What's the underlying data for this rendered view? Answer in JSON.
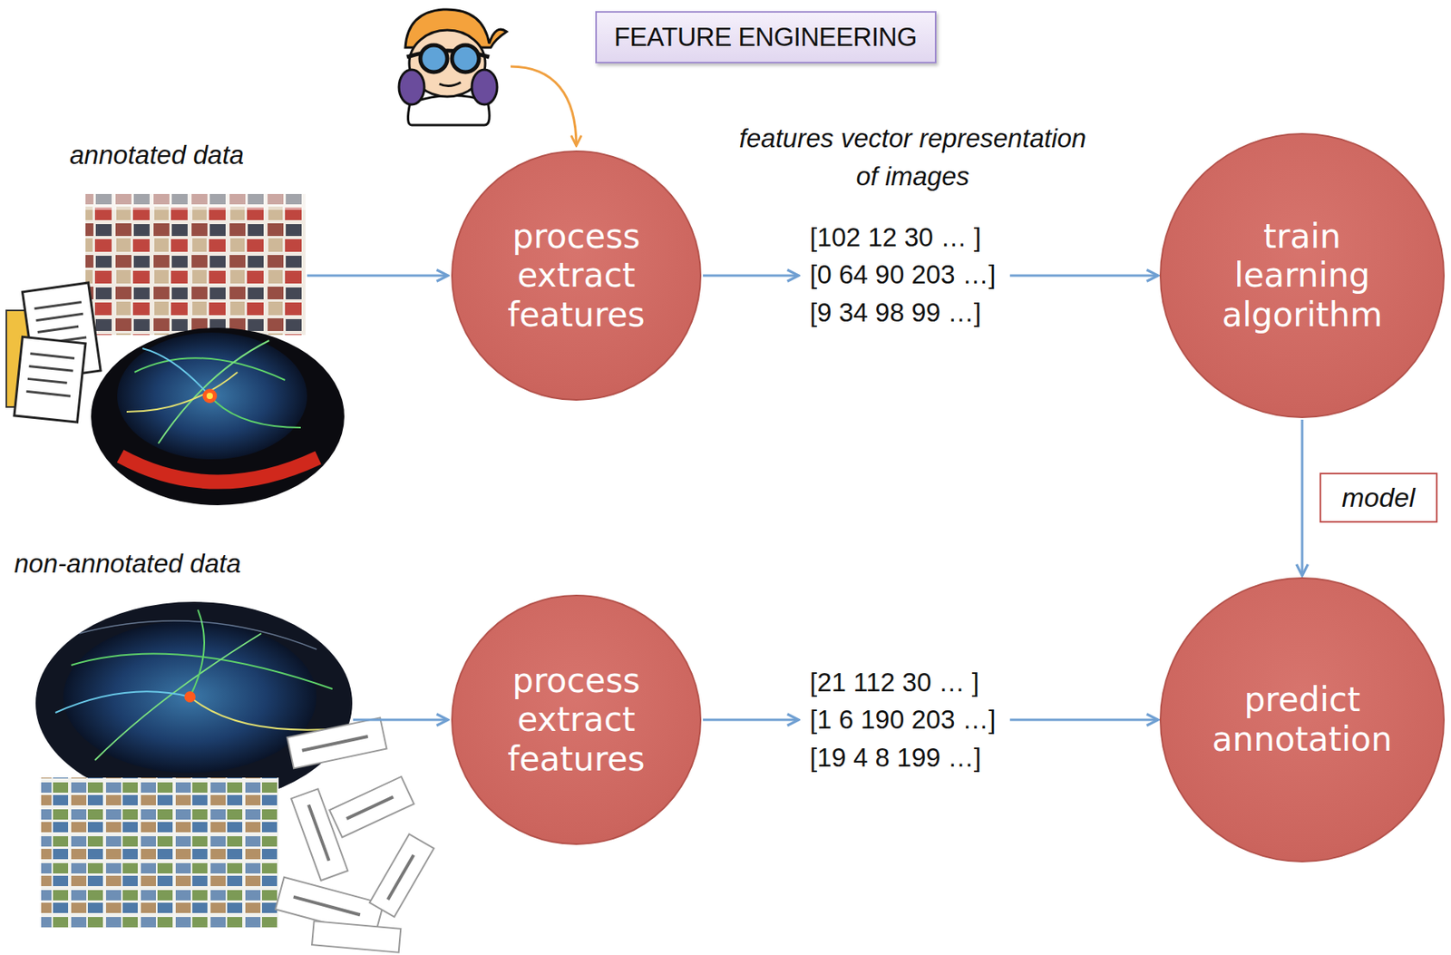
{
  "diagram": {
    "nodes": [
      {
        "text": [
          "FEATURE ENGINEERING"
        ]
      },
      {
        "text": [
          "process extract features"
        ]
      },
      {
        "text": [
          "train learning algorithm"
        ]
      },
      {
        "text": [
          "process extract features"
        ]
      },
      {
        "text": [
          "predict annotation"
        ]
      }
    ],
    "edges": [
      {
        "from": 1,
        "to": 2,
        "arrow": "to"
      },
      {
        "from": 2,
        "to": 4,
        "label": "model",
        "arrow": "to"
      },
      {
        "from": 3,
        "to": 4,
        "arrow": "to"
      }
    ],
    "labels": [
      "annotated data",
      "features vector representation of images",
      "[102 12 30 … ]",
      "[0 64 90 203 …]",
      "[9 34 98 99 …]",
      "non-annotated data",
      "[21 112 30 … ]",
      "[1 6 190 203 …]",
      "[19 4 8 199 …]"
    ]
  }
}
